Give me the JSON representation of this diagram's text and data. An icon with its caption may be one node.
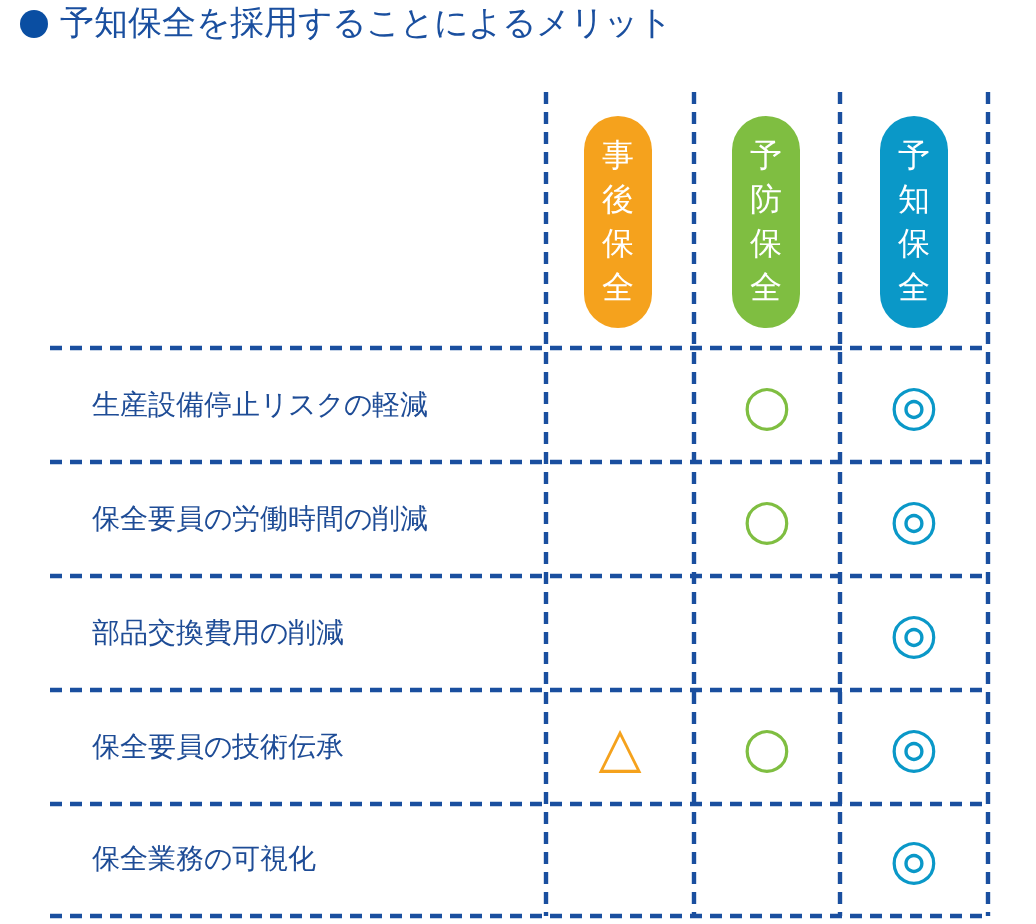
{
  "diagram": {
    "title": "予知保全を採用することによるメリット",
    "nodes": [
      {
        "text": [
          "事後保全"
        ]
      },
      {
        "text": [
          "予防保全"
        ]
      },
      {
        "text": [
          "予知保全"
        ]
      }
    ],
    "labels": [
      "生産設備停止リスクの軽減",
      "○",
      "◎",
      "保全要員の労働時間の削減",
      "○",
      "◎",
      "部品交換費用の削減",
      "◎",
      "保全要員の技術伝承",
      "△",
      "○",
      "◎",
      "保全業務の可視化",
      "◎"
    ]
  }
}
